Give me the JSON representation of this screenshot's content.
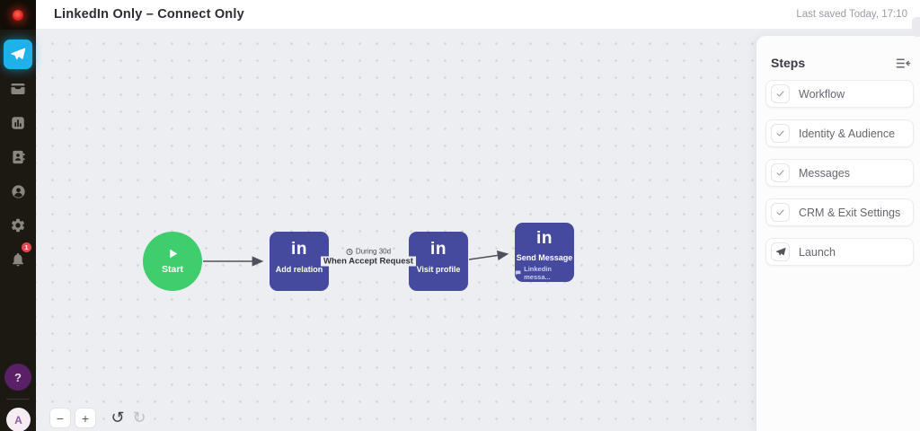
{
  "top_bar": {
    "title": "LinkedIn Only – Connect Only",
    "last_saved": "Last saved Today, 17:10"
  },
  "sidebar": {
    "items": [
      {
        "name": "campaigns",
        "icon": "paper-plane-icon",
        "active": true
      },
      {
        "name": "inbox",
        "icon": "inbox-icon"
      },
      {
        "name": "statistics",
        "icon": "bar-chart-icon"
      },
      {
        "name": "contacts",
        "icon": "address-book-icon"
      },
      {
        "name": "account",
        "icon": "person-icon"
      },
      {
        "name": "settings",
        "icon": "gear-icon"
      },
      {
        "name": "notifications",
        "icon": "bell-icon",
        "badge": "1"
      }
    ],
    "notification_badge": "1",
    "help_label": "?",
    "avatar_initial": "A"
  },
  "canvas": {
    "nodes": {
      "start": {
        "label": "Start"
      },
      "add_relation": {
        "logo": "in",
        "label": "Add relation"
      },
      "visit_profile": {
        "logo": "in",
        "label": "Visit profile"
      },
      "send_message": {
        "logo": "in",
        "label": "Send Message",
        "subtitle": "Linkedin messa..."
      }
    },
    "edge_label": {
      "duration": "During 30d",
      "condition": "When Accept Request"
    },
    "controls": {
      "zoom_out": "−",
      "zoom_in": "+",
      "undo": "↺",
      "redo": "↻"
    }
  },
  "steps_panel": {
    "title": "Steps",
    "items": [
      {
        "label": "Workflow",
        "icon": "check"
      },
      {
        "label": "Identity & Audience",
        "icon": "check"
      },
      {
        "label": "Messages",
        "icon": "check"
      },
      {
        "label": "CRM & Exit Settings",
        "icon": "check"
      },
      {
        "label": "Launch",
        "icon": "paper-plane"
      }
    ]
  },
  "colors": {
    "accent_cyan": "#1FB1E9",
    "node_indigo": "#454A9E",
    "start_green": "#3FCD6D",
    "badge_red": "#E5484D",
    "help_purple": "#5A2066",
    "canvas_bg": "#EDEEF2"
  }
}
